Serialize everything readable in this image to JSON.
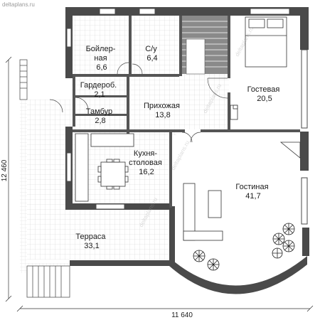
{
  "watermark": "deltaplans.ru",
  "rooms": [
    {
      "id": "boiler",
      "name_lines": [
        "Бойлер-",
        "ная"
      ],
      "area": "6,6"
    },
    {
      "id": "wc",
      "name_lines": [
        "С/у"
      ],
      "area": "6,4"
    },
    {
      "id": "guest",
      "name_lines": [
        "Гостевая"
      ],
      "area": "20,5"
    },
    {
      "id": "wardrobe",
      "name_lines": [
        "Гардероб."
      ],
      "area": "2,1"
    },
    {
      "id": "vestibule",
      "name_lines": [
        "Тамбур"
      ],
      "area": "2,8"
    },
    {
      "id": "hall",
      "name_lines": [
        "Прихожая"
      ],
      "area": "13,8"
    },
    {
      "id": "kitchen",
      "name_lines": [
        "Кухня-",
        "столовая"
      ],
      "area": "16,2"
    },
    {
      "id": "living",
      "name_lines": [
        "Гостиная"
      ],
      "area": "41,7"
    },
    {
      "id": "terrace",
      "name_lines": [
        "Терраса"
      ],
      "area": "33,1"
    }
  ],
  "dimensions": {
    "width": "11 640",
    "height": "12 460"
  },
  "colors": {
    "wall": "#4a4a4a",
    "grid": "#cfcfcf",
    "watermark": "#9a9a9a"
  }
}
